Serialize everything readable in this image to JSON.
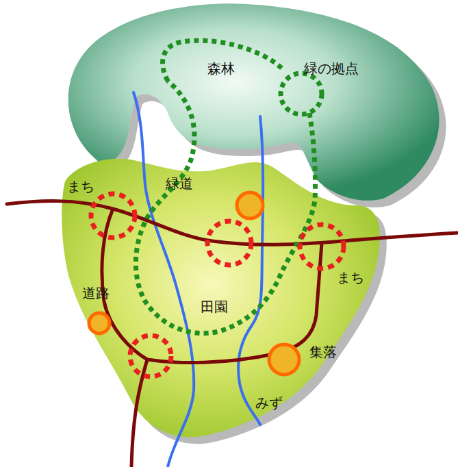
{
  "diagram": {
    "labels": [
      "森林",
      "緑の拠点",
      "まち",
      "緑道",
      "まち",
      "道路",
      "田園",
      "集落",
      "みず"
    ]
  }
}
